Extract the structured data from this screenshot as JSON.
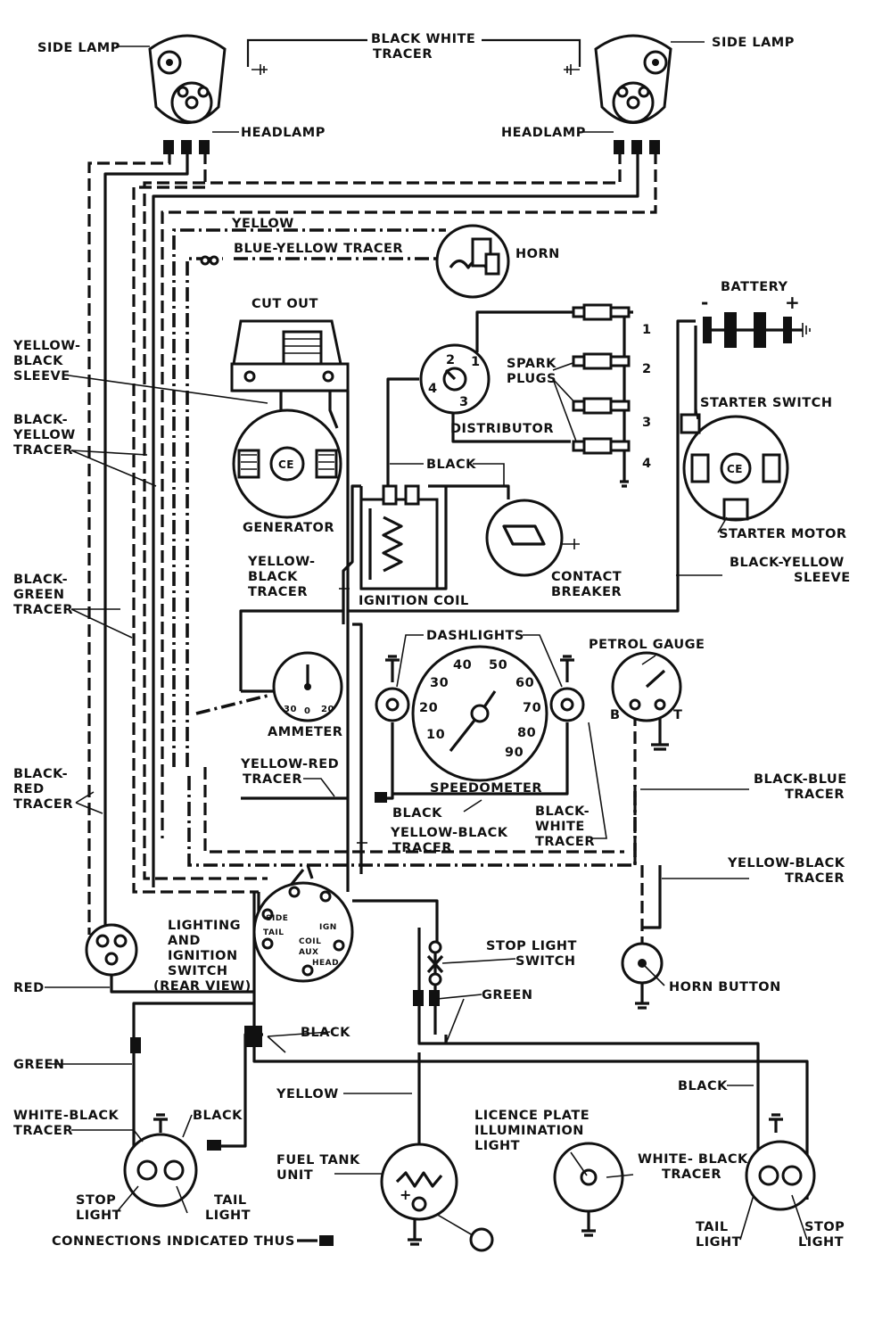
{
  "labels": {
    "side_lamp_left": "SIDE LAMP",
    "side_lamp_right": "SIDE LAMP",
    "black_white_tracer_1": "BLACK WHITE",
    "black_white_tracer_2": "TRACER",
    "headlamp_left": "HEADLAMP",
    "headlamp_right": "HEADLAMP",
    "yellow_top": "YELLOW",
    "blue_yellow_tracer": "BLUE-YELLOW TRACER",
    "horn": "HORN",
    "battery": "BATTERY",
    "cut_out": "CUT OUT",
    "yellow_black_sleeve_1": "YELLOW-",
    "yellow_black_sleeve_2": "BLACK",
    "yellow_black_sleeve_3": "SLEEVE",
    "black_yellow_tracer_1": "BLACK-",
    "black_yellow_tracer_2": "YELLOW",
    "black_yellow_tracer_3": "TRACER",
    "spark_plugs_1": "SPARK",
    "spark_plugs_2": "PLUGS",
    "distributor": "DISTRIBUTOR",
    "starter_switch": "STARTER SWITCH",
    "black_dist": "BLACK",
    "generator": "GENERATOR",
    "starter_motor": "STARTER MOTOR",
    "yellow_black_tracer_1": "YELLOW-",
    "yellow_black_tracer_2": "BLACK",
    "yellow_black_tracer_3": "TRACER",
    "black_green_tracer_1": "BLACK-",
    "black_green_tracer_2": "GREEN",
    "black_green_tracer_3": "TRACER",
    "ignition_coil": "IGNITION COIL",
    "contact_breaker_1": "CONTACT",
    "contact_breaker_2": "BREAKER",
    "black_yellow_sleeve_1": "BLACK-YELLOW",
    "black_yellow_sleeve_2": "SLEEVE",
    "dashlights": "DASHLIGHTS",
    "petrol_gauge": "PETROL GAUGE",
    "ammeter": "AMMETER",
    "speedometer": "SPEEDOMETER",
    "black_red_tracer_1": "BLACK-",
    "black_red_tracer_2": "RED",
    "black_red_tracer_3": "TRACER",
    "yellow_red_tracer_1": "YELLOW-RED",
    "yellow_red_tracer_2": "TRACER",
    "black_blue_tracer_1": "BLACK-BLUE",
    "black_blue_tracer_2": "TRACER",
    "black_mid": "BLACK",
    "black_white_tracer_mid_1": "BLACK-",
    "black_white_tracer_mid_2": "WHITE",
    "black_white_tracer_mid_3": "TRACER",
    "yellow_black_tracer_mid_1": "YELLOW-BLACK",
    "yellow_black_tracer_mid_2": "TRACER",
    "yellow_black_tracer_right_1": "YELLOW-BLACK",
    "yellow_black_tracer_right_2": "TRACER",
    "lighting_switch_1": "LIGHTING",
    "lighting_switch_2": "AND",
    "lighting_switch_3": "IGNITION",
    "lighting_switch_4": "SWITCH",
    "lighting_switch_5": "(REAR VIEW)",
    "stop_light_switch_1": "STOP LIGHT",
    "stop_light_switch_2": "SWITCH",
    "red": "RED",
    "green_right": "GREEN",
    "horn_button": "HORN BUTTON",
    "black_lower": "BLACK",
    "green_left": "GREEN",
    "yellow_lower": "YELLOW",
    "black_right_lower": "BLACK",
    "white_black_tracer_left_1": "WHITE-BLACK",
    "white_black_tracer_left_2": "TRACER",
    "black_left_lower": "BLACK",
    "licence_plate_1": "LICENCE PLATE",
    "licence_plate_2": "ILLUMINATION",
    "licence_plate_3": "LIGHT",
    "fuel_tank_1": "FUEL TANK",
    "fuel_tank_2": "UNIT",
    "white_black_tracer_right_1": "WHITE- BLACK",
    "white_black_tracer_right_2": "TRACER",
    "stop_light_left_1": "STOP",
    "stop_light_left_2": "LIGHT",
    "tail_light_left_1": "TAIL",
    "tail_light_left_2": "LIGHT",
    "tail_light_right_1": "TAIL",
    "tail_light_right_2": "LIGHT",
    "stop_light_right_1": "STOP",
    "stop_light_right_2": "LIGHT",
    "connections": "CONNECTIONS INDICATED THUS"
  },
  "speedometer_scale": [
    "10",
    "20",
    "30",
    "40",
    "50",
    "60",
    "70",
    "80",
    "90"
  ],
  "plug_numbers": [
    "1",
    "2",
    "3",
    "4"
  ],
  "distributor_terminals": [
    "1",
    "2",
    "3",
    "4"
  ],
  "ammeter_marks": [
    "30",
    "0",
    "20"
  ],
  "gauge_terminals": [
    "B",
    "T"
  ],
  "switch_terminals": [
    "SIDE",
    "TAIL",
    "COIL",
    "AUX",
    "HEAD",
    "IGN"
  ],
  "battery_terminals": [
    "-",
    "+"
  ],
  "fuel_unit_sign": "+",
  "component_marks": [
    "CE",
    "CE"
  ]
}
